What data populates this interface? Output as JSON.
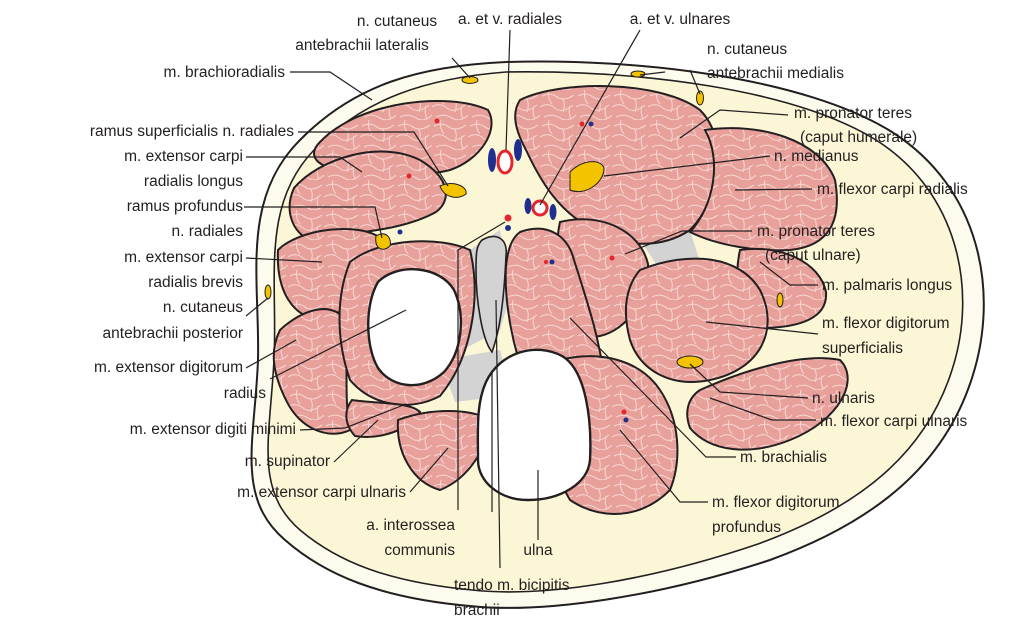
{
  "colors": {
    "muscle": "#e8a09a",
    "muscle_lines": "#f6d3cf",
    "outline": "#231f20",
    "fat": "#fbf7d6",
    "bone": "#ffffff",
    "membrane": "#d3d3d3",
    "nerve": "#f4c300",
    "artery": "#e3262d",
    "vein": "#1f2f8f"
  },
  "labels": {
    "cut_lat": [
      "n. cutaneus",
      "antebrachii lateralis"
    ],
    "a_radiales": "a. et v. radiales",
    "a_ulnares": "a. et v. ulnares",
    "cut_med": [
      "n. cutaneus",
      "antebrachii medialis"
    ],
    "brachioradialis": "m. brachioradialis",
    "ramus_sup": "ramus superficialis n. radiales",
    "ecrl": [
      "m. extensor carpi",
      "radialis longus"
    ],
    "ramus_prof": [
      "ramus profundus",
      "n. radiales"
    ],
    "ecrb": [
      "m. extensor carpi",
      "radialis brevis"
    ],
    "cut_post": [
      "n. cutaneus",
      "antebrachii posterior"
    ],
    "ext_dig": "m. extensor digitorum",
    "radius": "radius",
    "edm": "m. extensor digiti minimi",
    "supinator": "m. supinator",
    "ecu": "m. extensor carpi ulnaris",
    "interossea": [
      "a. interossea",
      "communis"
    ],
    "ulna": "ulna",
    "tendo": [
      "tendo m. bicipitis",
      "brachii"
    ],
    "pron_hum": [
      "m. pronator teres",
      "(caput humerale)"
    ],
    "medianus": "n. medianus",
    "fcr": "m. flexor carpi radialis",
    "pron_uln": [
      "m. pronator teres",
      "(caput ulnare)"
    ],
    "palmaris": "m. palmaris longus",
    "fds": [
      "m. flexor digitorum",
      "superficialis"
    ],
    "ulnaris": "n. ulnaris",
    "fcu": "m. flexor carpi ulnaris",
    "brachialis": "m. brachialis",
    "fdp": [
      "m. flexor digitorum",
      "profundus"
    ]
  }
}
